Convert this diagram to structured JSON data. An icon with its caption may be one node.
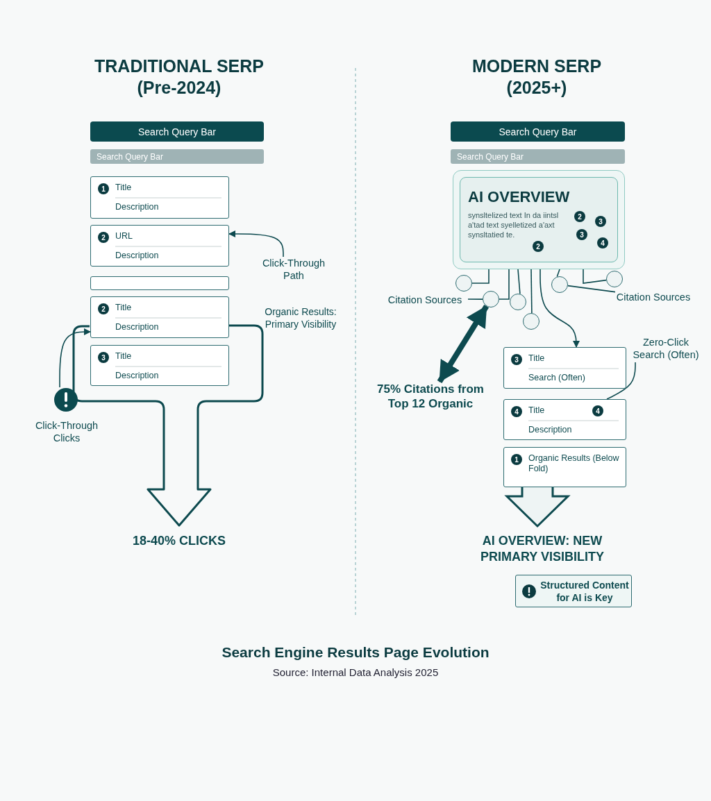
{
  "diagram": {
    "title": "Search Engine Results Page Evolution",
    "caption": "Source: Internal Data Analysis 2025",
    "nodes": [
      {
        "text": [
          "Search Query Bar"
        ]
      },
      {
        "text": [
          "Search Query Bar"
        ]
      },
      {
        "text": [
          "1",
          "Title",
          "Description"
        ]
      },
      {
        "text": [
          "2",
          "URL",
          "Description"
        ]
      },
      {
        "text": [],
        "shape": "box"
      },
      {
        "text": [
          "2",
          "Title",
          "Description"
        ]
      },
      {
        "text": [
          "3",
          "Title",
          "Description"
        ]
      },
      {
        "text": [
          "Click-Through Path"
        ]
      },
      {
        "text": [
          "Click-Through Clicks"
        ]
      },
      {
        "text": [
          "Search Query Bar"
        ]
      },
      {
        "text": [
          "Search Query Bar"
        ]
      },
      {
        "text": [
          "AI OVERVIEW",
          "synsltelized text In da iintsl a'tad text syelletized a'axt synsltatied te."
        ]
      },
      {
        "text": [],
        "shape": "circle"
      },
      {
        "text": [],
        "shape": "circle"
      },
      {
        "text": [],
        "shape": "circle"
      },
      {
        "text": [],
        "shape": "circle"
      },
      {
        "text": [],
        "shape": "circle"
      },
      {
        "text": [],
        "shape": "circle"
      },
      {
        "text": [
          "Citation Sources"
        ]
      },
      {
        "text": [
          "Citation Sources"
        ]
      },
      {
        "text": [
          "75% Citations from Top 12 Organic"
        ]
      },
      {
        "text": [
          "Zero-Click Search (Often)"
        ]
      },
      {
        "text": [
          "3",
          "Title",
          "Search (Often)"
        ]
      },
      {
        "text": [
          "4",
          "Title",
          "4",
          "Description"
        ]
      },
      {
        "text": [
          "1",
          "Organic Results (Below Fold)"
        ]
      },
      {
        "text": [
          "Structured Content for AI is Key"
        ]
      }
    ],
    "edges": [
      {
        "from": 7,
        "to": 3,
        "arrow": "to"
      },
      {
        "from": 8,
        "to": 5,
        "arrow": "to"
      },
      {
        "from": 11,
        "to": 12,
        "arrow": "none"
      },
      {
        "from": 11,
        "to": 13,
        "arrow": "none"
      },
      {
        "from": 11,
        "to": 14,
        "arrow": "none"
      },
      {
        "from": 11,
        "to": 15,
        "arrow": "none"
      },
      {
        "from": 11,
        "to": 16,
        "arrow": "none"
      },
      {
        "from": 11,
        "to": 17,
        "arrow": "none"
      },
      {
        "from": 11,
        "to": 22,
        "arrow": "to"
      },
      {
        "from": 18,
        "to": 13,
        "arrow": "none"
      },
      {
        "from": 19,
        "to": 16,
        "arrow": "none"
      },
      {
        "from": 20,
        "to": 13,
        "arrow": "both",
        "style": "thick"
      },
      {
        "from": 21,
        "to": 23,
        "arrow": "none"
      }
    ],
    "labels": [
      "TRADITIONAL SERP (Pre-2024)",
      "MODERN SERP (2025+)",
      "Organic Results: Primary Visibility",
      "18-40% CLICKS",
      "2",
      "3",
      "3",
      "4",
      "2",
      "AI OVERVIEW: NEW PRIMARY VISIBILITY"
    ]
  }
}
